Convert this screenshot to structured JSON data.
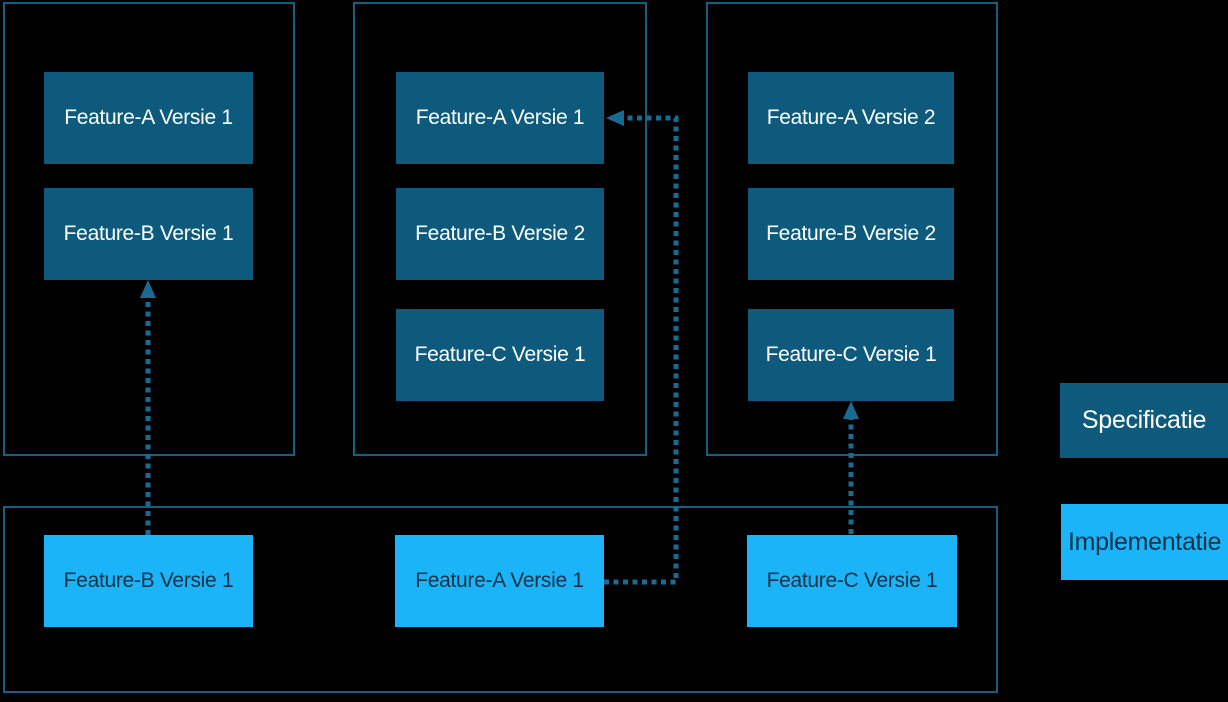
{
  "diagram": {
    "specification_groups": [
      {
        "name": "specification-group-1",
        "boxes": [
          "Feature-A Versie 1",
          "Feature-B Versie 1"
        ]
      },
      {
        "name": "specification-group-2",
        "boxes": [
          "Feature-A Versie 1",
          "Feature-B Versie 2",
          "Feature-C Versie 1"
        ]
      },
      {
        "name": "specification-group-3",
        "boxes": [
          "Feature-A Versie 2",
          "Feature-B Versie 2",
          "Feature-C Versie 1"
        ]
      }
    ],
    "implementation_row": {
      "boxes": [
        "Feature-B Versie 1",
        "Feature-A Versie 1",
        "Feature-C Versie 1"
      ]
    },
    "legend": {
      "specification_label": "Specificatie",
      "implementation_label": "Implementatie"
    },
    "colors": {
      "background": "#000000",
      "container_border": "#156082",
      "specification_fill": "#0D5A7C",
      "specification_text": "#FFFFFF",
      "implementation_fill": "#1CB4F8",
      "implementation_text": "#0D3349",
      "arrow": "#1A6B94"
    }
  }
}
